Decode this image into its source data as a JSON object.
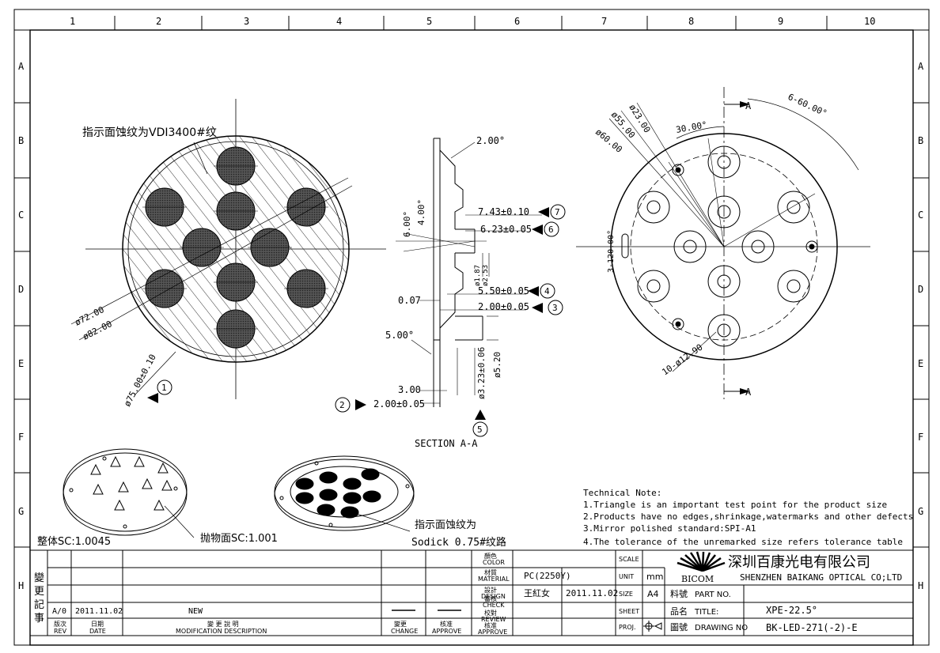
{
  "grid": {
    "columns": [
      "1",
      "2",
      "3",
      "4",
      "5",
      "6",
      "7",
      "8",
      "9",
      "10"
    ],
    "rows": [
      "A",
      "B",
      "C",
      "D",
      "E",
      "F",
      "G",
      "H"
    ]
  },
  "front_view": {
    "texture_note": "指示面蚀纹为VDI3400#纹",
    "dims": [
      "ø72.00",
      "ø82.00",
      "ø75.00±0.10"
    ],
    "marker_1": "1"
  },
  "section": {
    "angle_top": "2.00°",
    "angle_6": "6.00°",
    "angle_4": "4.00°",
    "dim_7": "7.43±0.10",
    "dim_6": "6.23±0.05",
    "dia_187": "ø1.87",
    "dia_253": "ø2.53",
    "dim_4": "5.50±0.05",
    "dim_3": "2.00±0.05",
    "d007": "0.07",
    "angle_5": "5.00°",
    "d300": "3.00",
    "dim_2": "2.00±0.05",
    "dia_323": "ø3.23±0.06",
    "dia_520": "ø5.20",
    "title": "SECTION A-A",
    "markers": [
      "7",
      "6",
      "4",
      "3",
      "2",
      "5"
    ]
  },
  "right_view": {
    "dims": [
      "ø23.00",
      "ø55.00",
      "ø60.00",
      "30.00°",
      "6-60.00°",
      "3-120.00°",
      "10-ø12.90"
    ],
    "section_label": "A"
  },
  "iso_notes": {
    "overall": "整体SC:1.0045",
    "polished": "抛物面SC:1.001",
    "texture_cn": "指示面蚀纹为",
    "texture_en": "Sodick 0.75#纹路"
  },
  "tech_notes": {
    "heading": "Technical Note:",
    "lines": [
      "1.Triangle is an important test point for the product size",
      "2.Products have no edges,shrinkage,watermarks and other defects",
      "3.Mirror polished standard:SPI-A1",
      "4.The tolerance of the unremarked size refers tolerance table"
    ]
  },
  "title_block": {
    "rev_side": "變更記事",
    "rev_row": {
      "rev": "A/0",
      "date": "2011.11.02",
      "desc": "NEW"
    },
    "rev_head": {
      "rev_cn": "版次",
      "rev_en": "REV",
      "date_cn": "日期",
      "date_en": "DATE",
      "desc_cn": "變 更 說 明",
      "desc_en": "MODIFICATION DESCRIPTION",
      "change_cn": "變更",
      "change_en": "CHANGE",
      "approve_cn": "核准",
      "approve_en": "APPROVE"
    },
    "fields": {
      "color_cn": "顏色",
      "color_en": "COLOR",
      "material_cn": "材質",
      "material_en": "MATERIAL",
      "material_val": "PC(2250Y)",
      "design_cn": "設計",
      "design_en": "DESIGN",
      "designer": "王紅女",
      "design_date": "2011.11.02",
      "check_cn": "審核",
      "check_en": "CHECK",
      "review_cn": "校對",
      "review_en": "REVIEW",
      "approve_cn": "核准",
      "approve_en": "APPROVE"
    },
    "scale": "SCALE",
    "unit": "UNIT",
    "unit_val": "mm",
    "size": "SIZE",
    "size_val": "A4",
    "sheet": "SHEET",
    "proj": "PROJ.",
    "logo": "BICOM",
    "company_cn": "深圳百康光电有限公司",
    "company_en": "SHENZHEN BAIKANG OPTICAL CO;LTD",
    "part_cn": "料號",
    "part_en": "PART NO.",
    "title_cn": "品名",
    "title_en": "TITLE:",
    "title_val": "XPE-22.5°",
    "dwg_cn": "圖號",
    "dwg_en": "DRAWING NO",
    "dwg_val": "BK-LED-271(-2)-E"
  }
}
